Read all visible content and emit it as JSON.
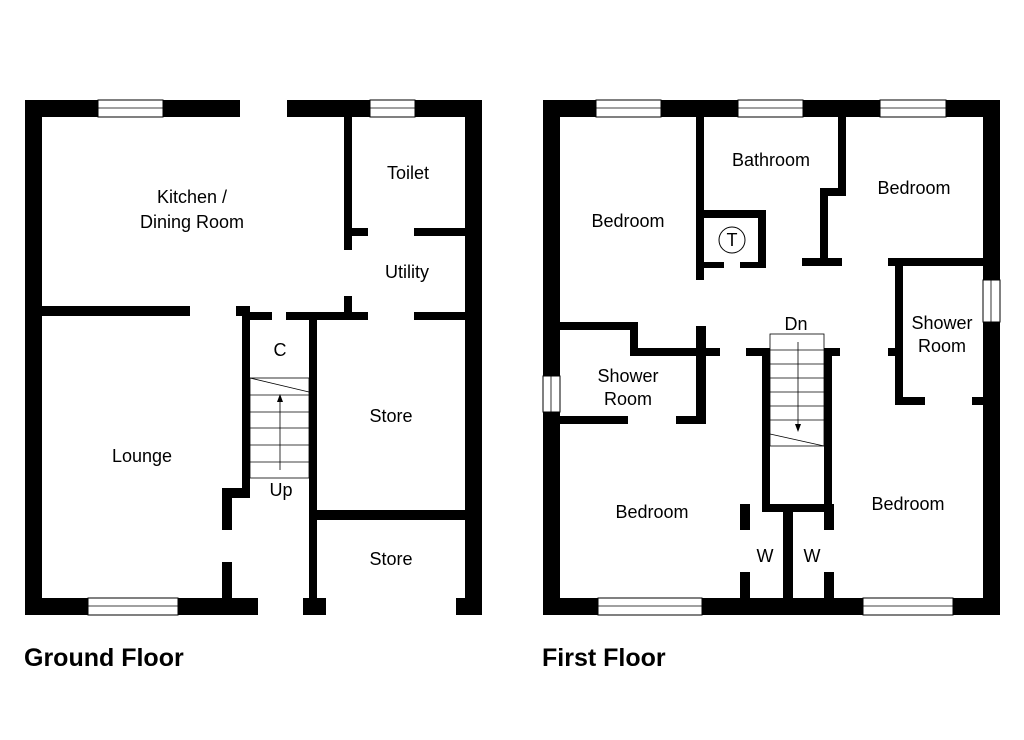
{
  "ground_floor": {
    "title": "Ground Floor",
    "rooms": {
      "kitchen_line1": "Kitchen /",
      "kitchen_line2": "Dining Room",
      "toilet": "Toilet",
      "utility": "Utility",
      "cupboard": "C",
      "store_upper": "Store",
      "store_lower": "Store",
      "lounge": "Lounge",
      "stairs": "Up"
    }
  },
  "first_floor": {
    "title": "First Floor",
    "rooms": {
      "bedroom_nw": "Bedroom",
      "bathroom": "Bathroom",
      "tank": "T",
      "bedroom_ne": "Bedroom",
      "stairs": "Dn",
      "shower_east_line1": "Shower",
      "shower_east_line2": "Room",
      "shower_west_line1": "Shower",
      "shower_west_line2": "Room",
      "bedroom_sw": "Bedroom",
      "bedroom_se": "Bedroom",
      "wardrobe_left": "W",
      "wardrobe_right": "W"
    }
  }
}
